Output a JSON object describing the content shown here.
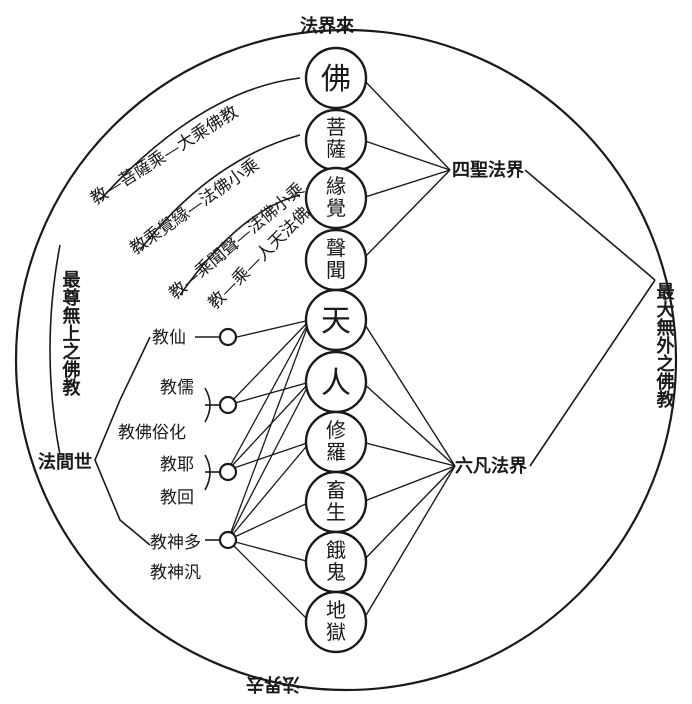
{
  "realms": {
    "buddha": [
      "佛"
    ],
    "bodhisattva": [
      "菩",
      "薩"
    ],
    "pratyekabuddha": [
      "緣",
      "覺"
    ],
    "sravaka": [
      "聲",
      "聞"
    ],
    "heaven": [
      "天"
    ],
    "human": [
      "人"
    ],
    "asura": [
      "修",
      "羅"
    ],
    "animal": [
      "畜",
      "生"
    ],
    "hungry_ghost": [
      "餓",
      "鬼"
    ],
    "hell": [
      "地",
      "獄"
    ]
  },
  "groups": {
    "four_holy": "四聖法界",
    "six_ordinary": "六凡法界",
    "right_vertical": "最大無外之佛教",
    "left_vertical": "最尊無上之佛教",
    "worldly": "法間世"
  },
  "religions": {
    "immortal": "教仙",
    "confucian": "教儒",
    "buddhist_folk": "教佛俗化",
    "sage": "教耶",
    "islam": "教回",
    "polytheism": "教神多",
    "pantheism": "教神汎"
  },
  "arcs": {
    "top": "法界來",
    "bottom": "法界去",
    "arc1": "教—菩薩乘—大乘佛教",
    "arc2": "教乘覺緣—法佛小乘",
    "arc3": "教—乘聞聲—法佛小乘",
    "arc4": "教—乘—人天法佛"
  },
  "colors": {
    "ink": "#1a1a1a",
    "paper": "#ffffff"
  }
}
